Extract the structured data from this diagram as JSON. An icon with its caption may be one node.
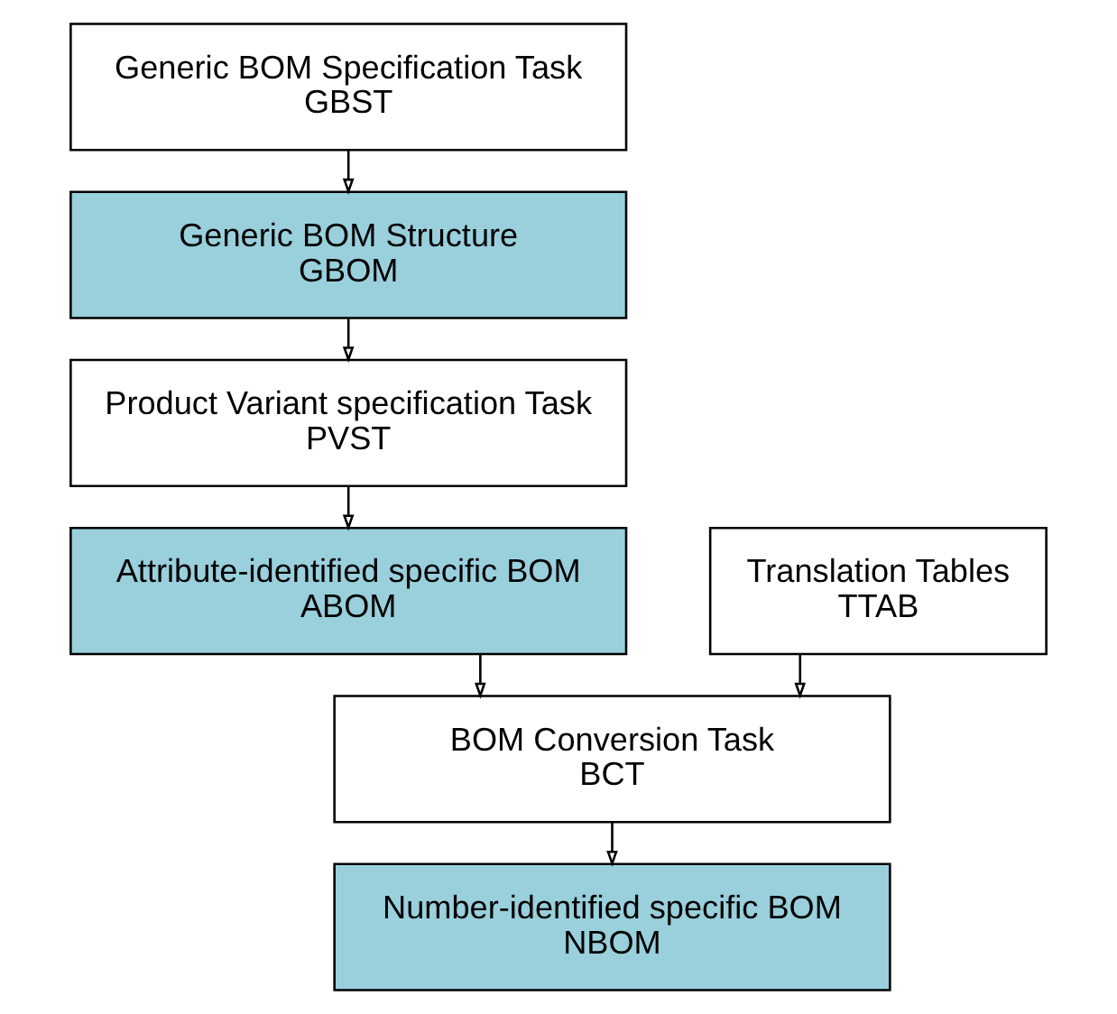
{
  "diagram": {
    "nodes": [
      {
        "text": [
          "Generic BOM Specification Task",
          "GBST"
        ]
      },
      {
        "text": [
          "Generic BOM Structure",
          "GBOM"
        ]
      },
      {
        "text": [
          "Product Variant specification Task",
          "PVST"
        ]
      },
      {
        "text": [
          "Attribute-identified specific BOM",
          "ABOM"
        ]
      },
      {
        "text": [
          "Translation Tables",
          "TTAB"
        ]
      },
      {
        "text": [
          "BOM Conversion Task",
          "BCT"
        ]
      },
      {
        "text": [
          "Number-identified specific BOM",
          "NBOM"
        ]
      }
    ],
    "edges": [
      {
        "from": 0,
        "to": 1,
        "arrow": "to"
      },
      {
        "from": 1,
        "to": 2,
        "arrow": "to"
      },
      {
        "from": 2,
        "to": 3,
        "arrow": "to"
      },
      {
        "from": 3,
        "to": 5,
        "arrow": "to"
      },
      {
        "from": 4,
        "to": 5,
        "arrow": "to"
      },
      {
        "from": 5,
        "to": 6,
        "arrow": "to"
      }
    ]
  }
}
